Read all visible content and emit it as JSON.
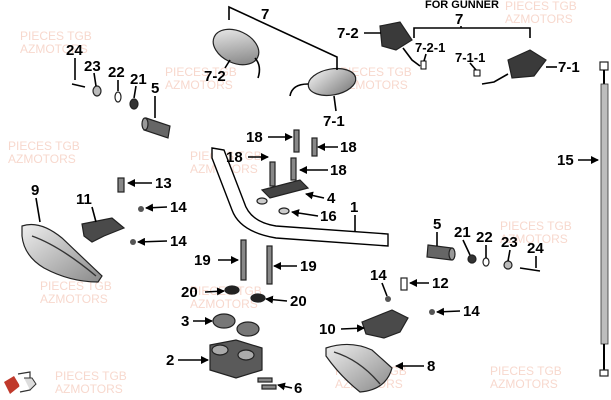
{
  "diagram": {
    "note": "FOR GUNNER",
    "watermarks": [
      "PIECES TGB",
      "AZMOTORS",
      "PIECES TGB",
      "AZMOTORS",
      "PIECES TGB",
      "AZMOTORS",
      "PIECES TGB",
      "AZMOTORS",
      "PIECES TGB",
      "AZMOTORS",
      "PIECES TGB",
      "AZMOTORS",
      "PIECES TGB",
      "AZMOTORS",
      "PIECES TGB",
      "AZMOTORS",
      "PIECES TGB",
      "AZMOTORS",
      "PIECES TGB",
      "AZMOTORS",
      "PIECES TGB",
      "AZMOTORS",
      "PIECES TGB",
      "AZMOTORS"
    ],
    "callouts": {
      "c7_top": "7",
      "c7_2_left": "7-2",
      "c7_1_mid": "7-1",
      "c7_gunner": "7",
      "c7_2_gunner": "7-2",
      "c7_2_1": "7-2-1",
      "c7_1_1": "7-1-1",
      "c7_1_right": "7-1",
      "c24_left": "24",
      "c23_left": "23",
      "c22_left": "22",
      "c21_left": "21",
      "c5_left": "5",
      "c18_a": "18",
      "c18_b": "18",
      "c18_c": "18",
      "c18_d": "18",
      "c4": "4",
      "c16": "16",
      "c1": "1",
      "c15": "15",
      "c9": "9",
      "c11": "11",
      "c13": "13",
      "c14_a": "14",
      "c14_b": "14",
      "c5_right": "5",
      "c21_right": "21",
      "c22_right": "22",
      "c23_right": "23",
      "c24_right": "24",
      "c19_a": "19",
      "c19_b": "19",
      "c20_a": "20",
      "c20_b": "20",
      "c3": "3",
      "c2": "2",
      "c6": "6",
      "c14_c": "14",
      "c12": "12",
      "c14_d": "14",
      "c10": "10",
      "c8": "8"
    }
  }
}
